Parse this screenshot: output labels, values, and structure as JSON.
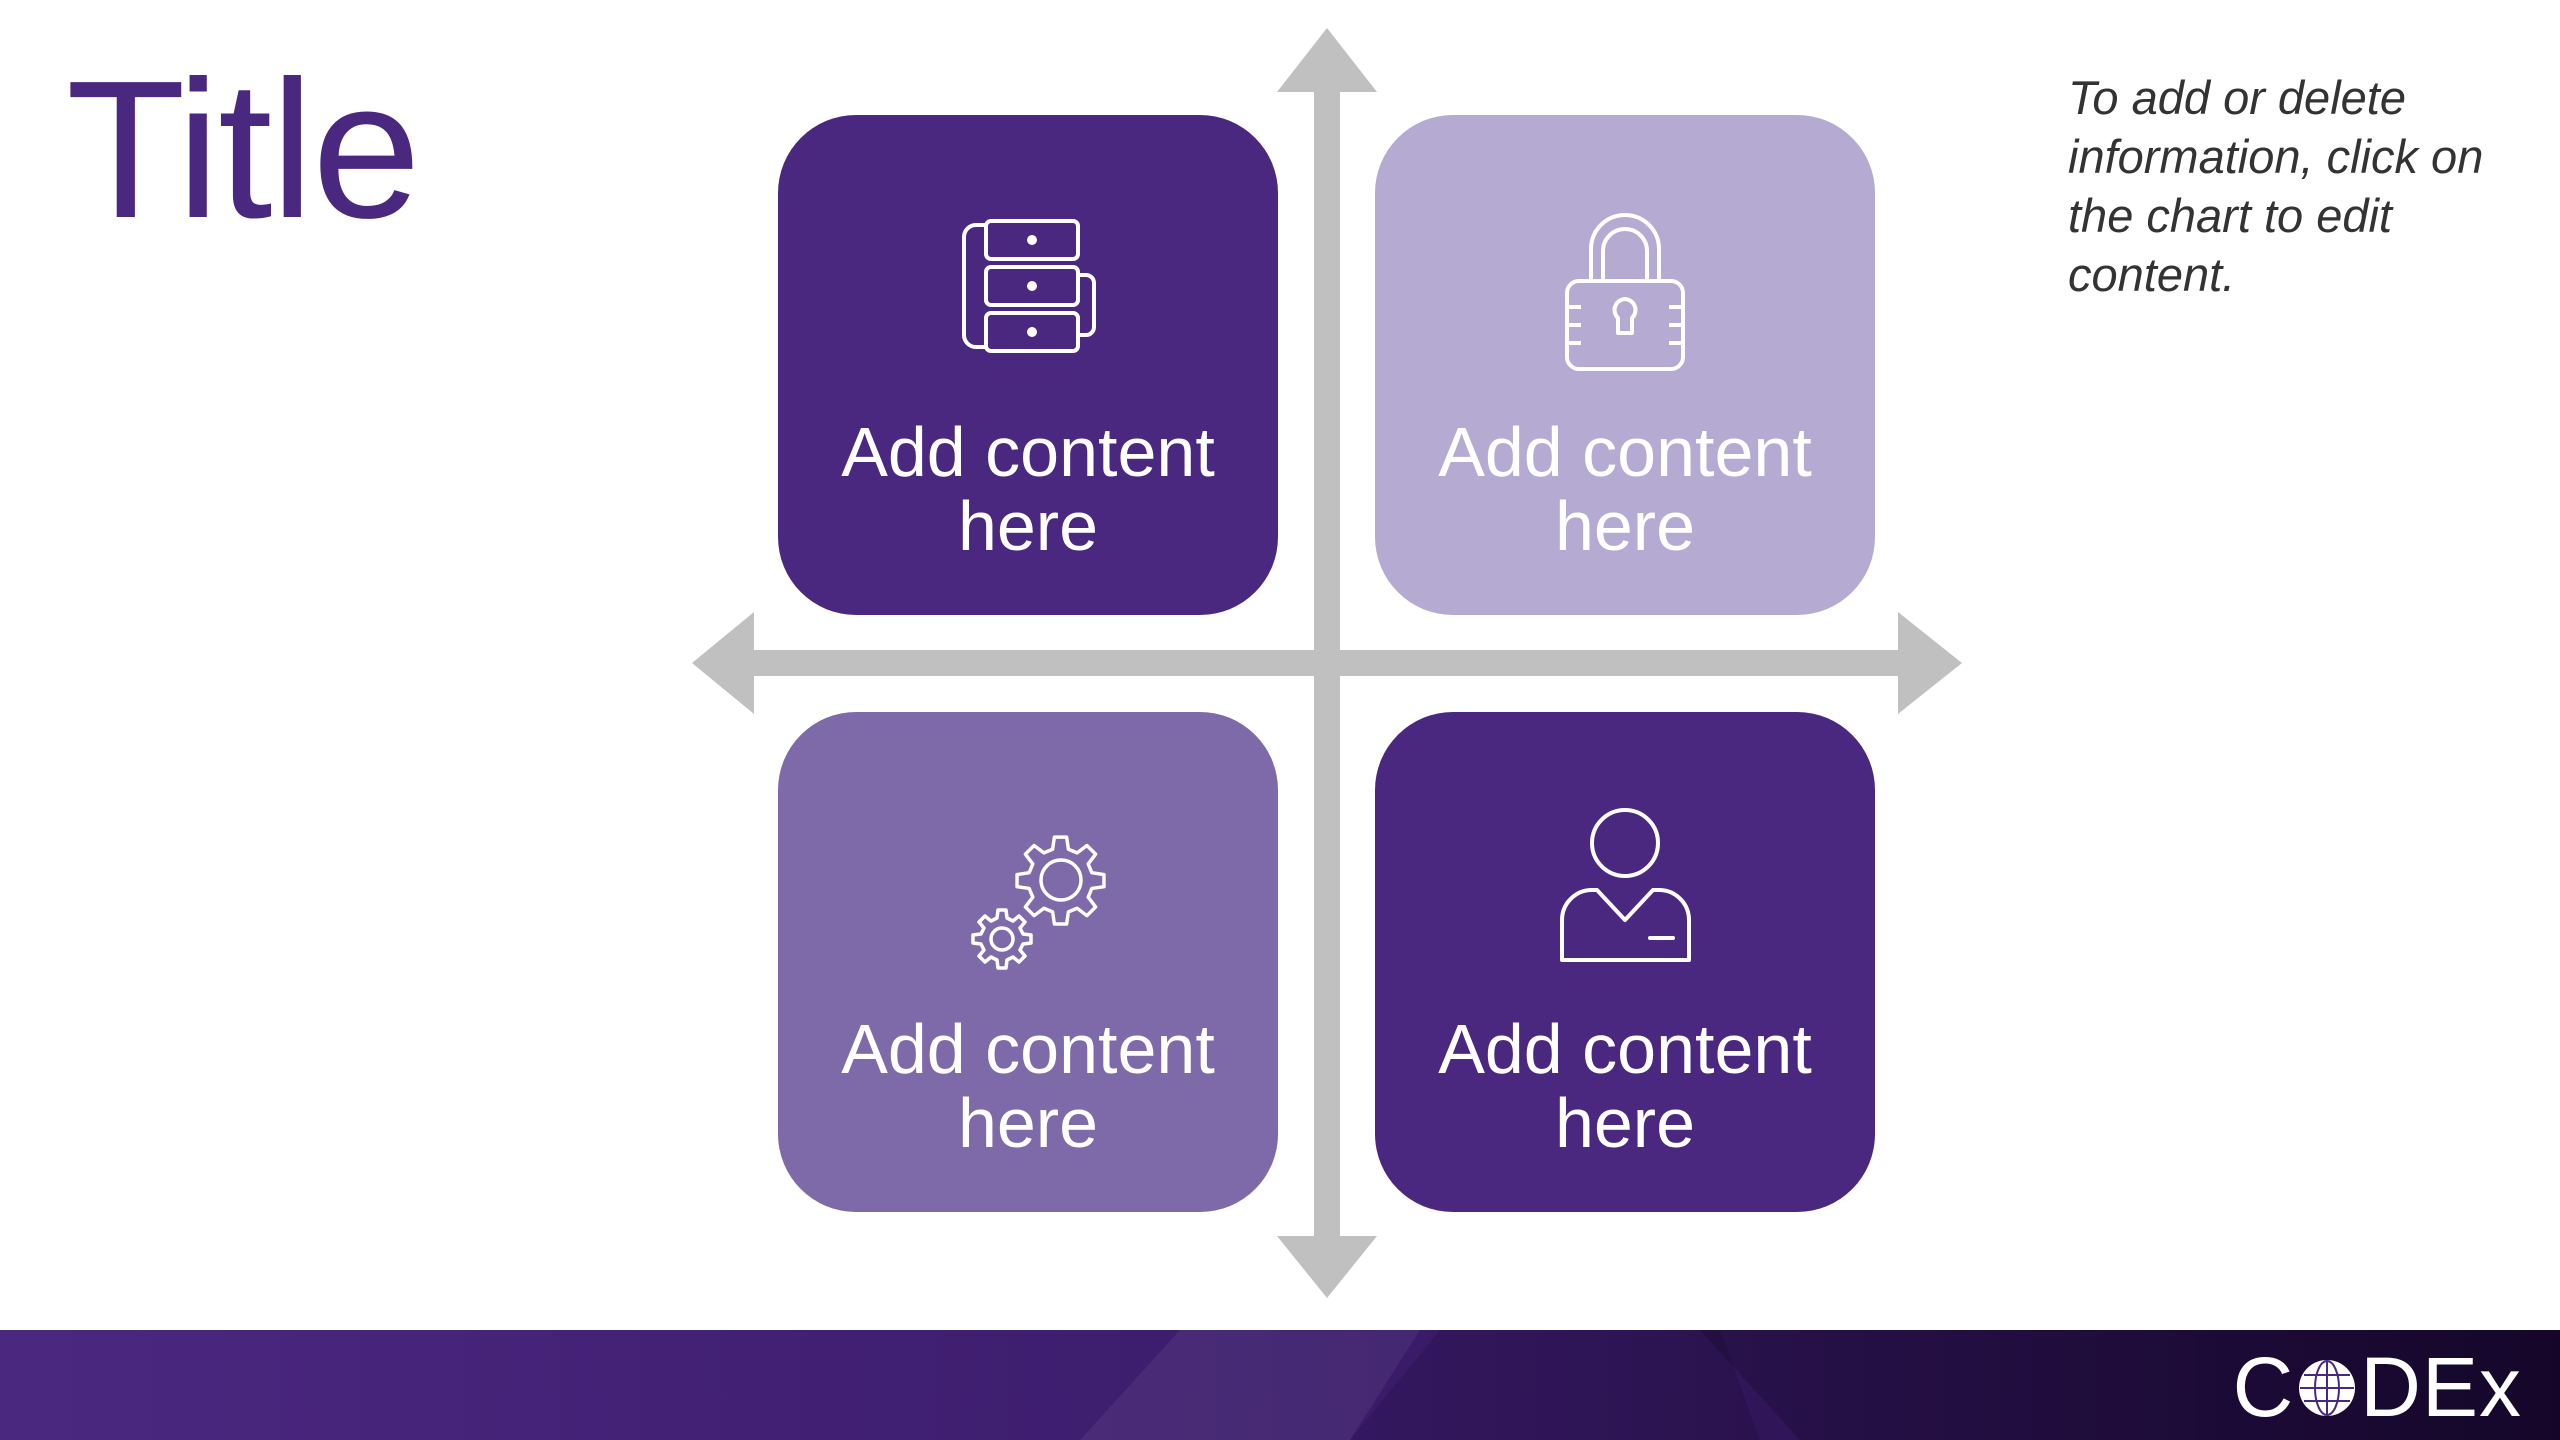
{
  "slide": {
    "title": "Title",
    "note": "To add or delete information, click on the chart to edit content."
  },
  "quadrants": [
    {
      "label": "Add content\nhere",
      "icon": "server-rack-icon",
      "color": "#4b2880"
    },
    {
      "label": "Add content\nhere",
      "icon": "padlock-icon",
      "color": "#b5aad1"
    },
    {
      "label": "Add content\nhere",
      "icon": "gears-icon",
      "color": "#7f6aa9"
    },
    {
      "label": "Add content\nhere",
      "icon": "user-icon",
      "color": "#4b2880"
    }
  ],
  "axes": {
    "color": "#c0c0c0"
  },
  "footer": {
    "brand_prefix": "C",
    "brand_suffix": "DEx",
    "colors": [
      "#4b2880",
      "#2b1248",
      "#1a0833"
    ]
  }
}
